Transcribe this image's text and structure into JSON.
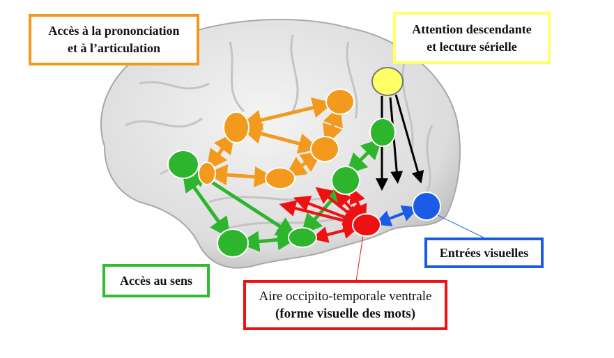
{
  "labels": {
    "pronunciation": {
      "line1": "Accès à la prononciation",
      "line2": "et à l’articulation",
      "color": "#f39a1e"
    },
    "attention": {
      "line1": "Attention descendante",
      "line2": "et lecture sérielle",
      "color": "#ffff66"
    },
    "meaning": {
      "line1": "Accès au sens",
      "color": "#33bb33"
    },
    "visual_input": {
      "line1": "Entrées visuelles",
      "color": "#1a5ce6"
    },
    "vwfa": {
      "line1": "Aire occipito-temporale ventrale",
      "line2": "(forme visuelle des mots)",
      "color": "#ee1111"
    }
  }
}
